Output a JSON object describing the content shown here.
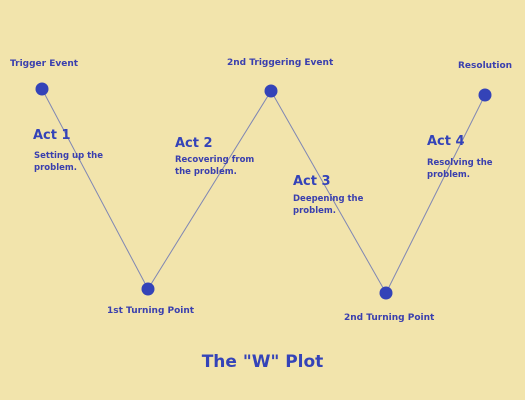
{
  "title": "The \"W\" Plot",
  "colors": {
    "background": "#f2e4ac",
    "accent": "#3443b8",
    "line": "#7f86b4"
  },
  "points": [
    {
      "id": "trigger-event",
      "label": "Trigger Event"
    },
    {
      "id": "first-turning-point",
      "label": "1st Turning Point"
    },
    {
      "id": "second-triggering-event",
      "label": "2nd Triggering Event"
    },
    {
      "id": "second-turning-point",
      "label": "2nd Turning Point"
    },
    {
      "id": "resolution",
      "label": "Resolution"
    }
  ],
  "acts": [
    {
      "name": "Act 1",
      "desc": "Setting up the problem."
    },
    {
      "name": "Act 2",
      "desc": "Recovering from the problem."
    },
    {
      "name": "Act 3",
      "desc": "Deepening the problem."
    },
    {
      "name": "Act 4",
      "desc": "Resolving the problem."
    }
  ]
}
